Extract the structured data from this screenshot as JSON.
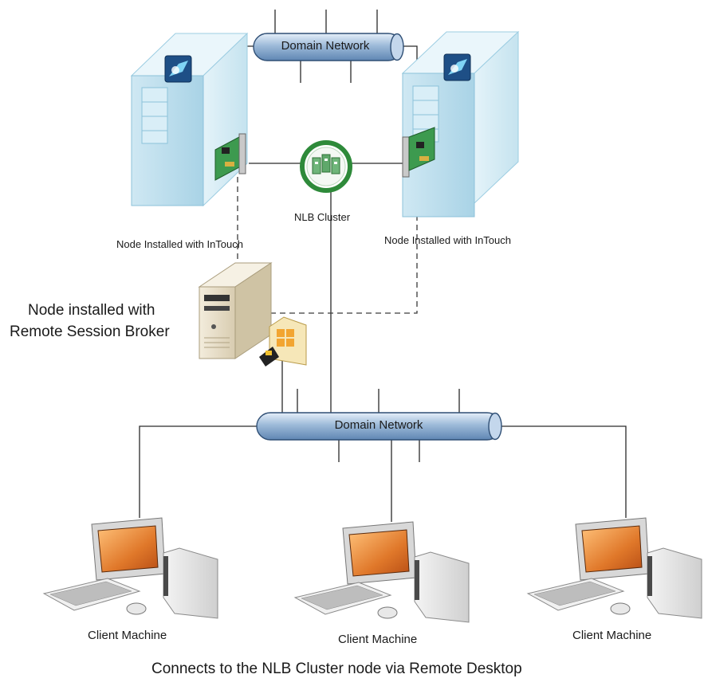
{
  "networks": {
    "top": "Domain Network",
    "bottom": "Domain Network"
  },
  "cluster": {
    "label": "NLB Cluster"
  },
  "servers": {
    "left_label": "Node Installed with InTouch",
    "right_label": "Node Installed with InTouch"
  },
  "broker": {
    "line1": "Node installed with",
    "line2": "Remote Session Broker"
  },
  "clients": [
    {
      "label": "Client Machine"
    },
    {
      "label": "Client Machine"
    },
    {
      "label": "Client Machine"
    }
  ],
  "caption": "Connects to the NLB Cluster node via Remote Desktop"
}
